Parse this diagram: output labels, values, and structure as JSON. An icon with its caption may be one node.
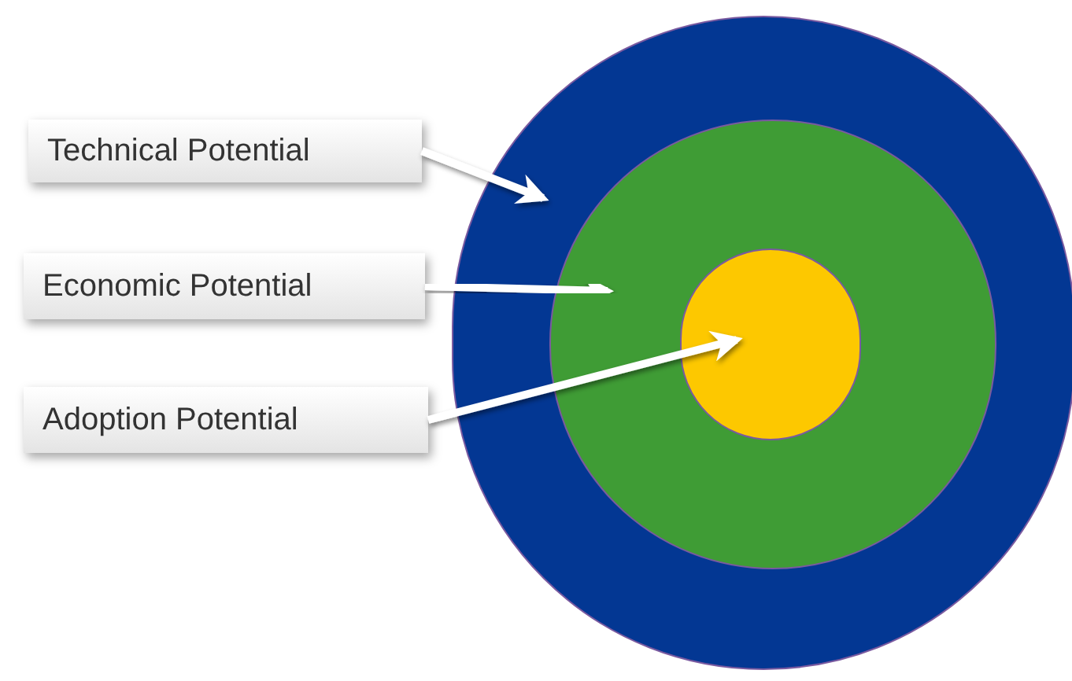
{
  "diagram": {
    "nodes": [
      {
        "text": [
          "Technical Potential"
        ]
      },
      {
        "text": [
          "Economic Potential"
        ]
      },
      {
        "text": [
          "Adoption Potential"
        ]
      },
      {
        "text": [],
        "shape": "circle"
      },
      {
        "text": [],
        "shape": "circle",
        "in": 3
      },
      {
        "text": [],
        "shape": "circle",
        "in": 4
      }
    ],
    "edges": [
      {
        "from": 0,
        "to": 3,
        "arrow": "to"
      },
      {
        "from": 1,
        "to": 4,
        "arrow": "to"
      },
      {
        "from": 2,
        "to": 5,
        "arrow": "to"
      }
    ]
  }
}
